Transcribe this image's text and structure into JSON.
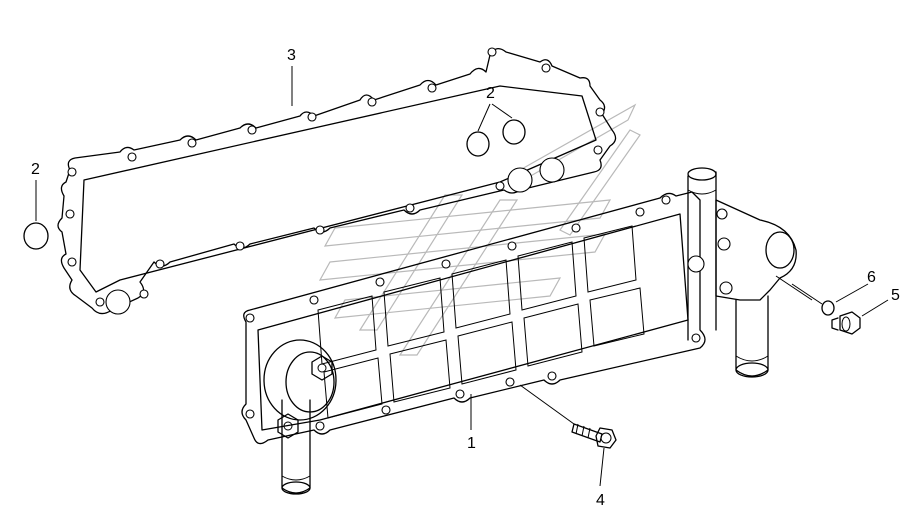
{
  "callouts": {
    "c1": "1",
    "c2_left": "2",
    "c2_top": "2",
    "c3": "3",
    "c4": "4",
    "c5": "5",
    "c6": "6"
  }
}
